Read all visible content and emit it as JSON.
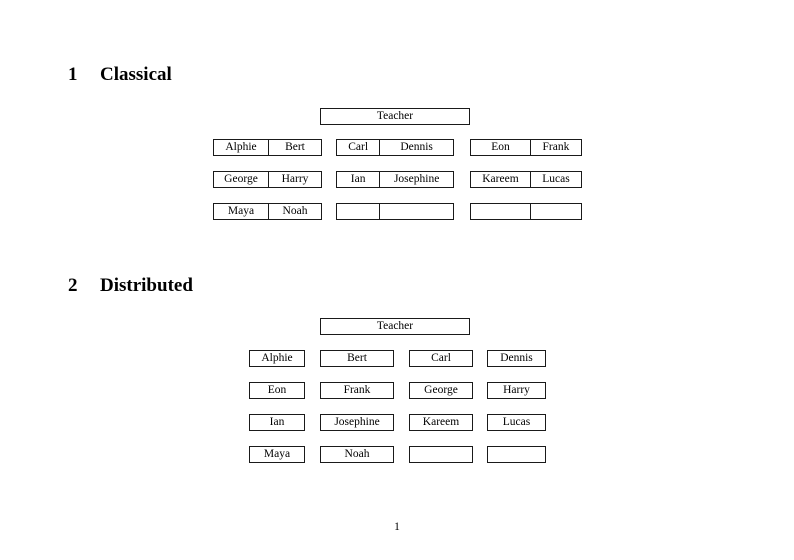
{
  "document": {
    "page_number": "1",
    "sections": [
      {
        "id": "classical",
        "number": "1",
        "title": "Classical",
        "layout": "paired",
        "teacher_label": "Teacher",
        "groups": [
          {
            "id": "group-a",
            "rows": [
              [
                "Alphie",
                "Bert"
              ],
              [
                "George",
                "Harry"
              ],
              [
                "Maya",
                "Noah"
              ]
            ]
          },
          {
            "id": "group-b",
            "rows": [
              [
                "Carl",
                "Dennis"
              ],
              [
                "Ian",
                "Josephine"
              ],
              [
                "",
                ""
              ]
            ]
          },
          {
            "id": "group-c",
            "rows": [
              [
                "Eon",
                "Frank"
              ],
              [
                "Kareem",
                "Lucas"
              ],
              [
                "",
                ""
              ]
            ]
          }
        ]
      },
      {
        "id": "distributed",
        "number": "2",
        "title": "Distributed",
        "layout": "grid",
        "teacher_label": "Teacher",
        "rows": [
          [
            "Alphie",
            "Bert",
            "Carl",
            "Dennis"
          ],
          [
            "Eon",
            "Frank",
            "George",
            "Harry"
          ],
          [
            "Ian",
            "Josephine",
            "Kareem",
            "Lucas"
          ],
          [
            "Maya",
            "Noah",
            "",
            ""
          ]
        ]
      }
    ]
  },
  "colors": {
    "page_background": "#ffffff",
    "text": "#000000",
    "box_border": "#1a1a1a"
  }
}
